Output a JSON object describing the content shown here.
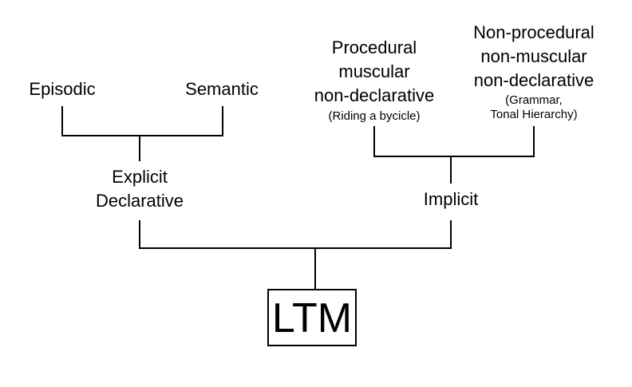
{
  "nodes": {
    "episodic": "Episodic",
    "semantic": "Semantic",
    "explicit": [
      "Explicit",
      "Declarative"
    ],
    "procedural": [
      "Procedural",
      "muscular",
      "non-declarative"
    ],
    "procedural_example": "(Riding a bycicle)",
    "nonprocedural": [
      "Non-procedural",
      "non-muscular",
      "non-declarative"
    ],
    "nonprocedural_example": [
      "(Grammar,",
      "Tonal Hierarchy)"
    ],
    "implicit": "Implicit",
    "root": "LTM"
  },
  "colors": {
    "line": "#000000",
    "text": "#000000",
    "background": "#ffffff"
  }
}
